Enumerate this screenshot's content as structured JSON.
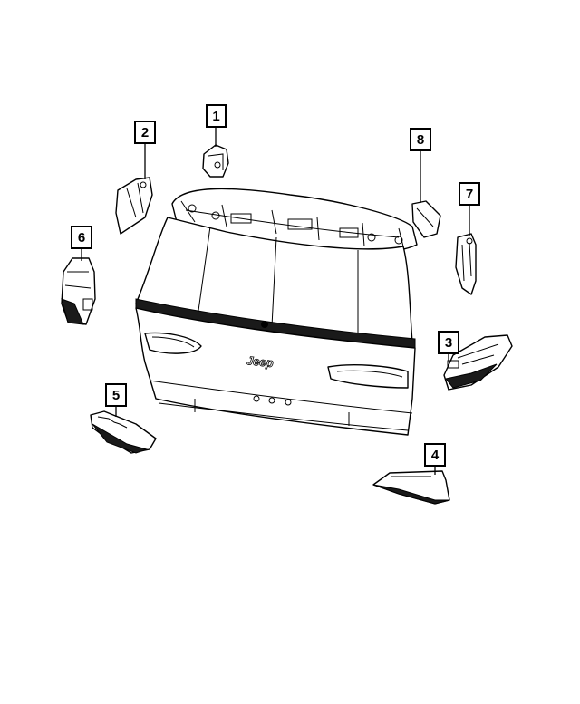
{
  "diagram": {
    "callouts": [
      {
        "id": "1",
        "label": "1"
      },
      {
        "id": "2",
        "label": "2"
      },
      {
        "id": "3",
        "label": "3"
      },
      {
        "id": "4",
        "label": "4"
      },
      {
        "id": "5",
        "label": "5"
      },
      {
        "id": "6",
        "label": "6"
      },
      {
        "id": "7",
        "label": "7"
      },
      {
        "id": "8",
        "label": "8"
      }
    ],
    "liftgate_badge": "Jeep"
  }
}
